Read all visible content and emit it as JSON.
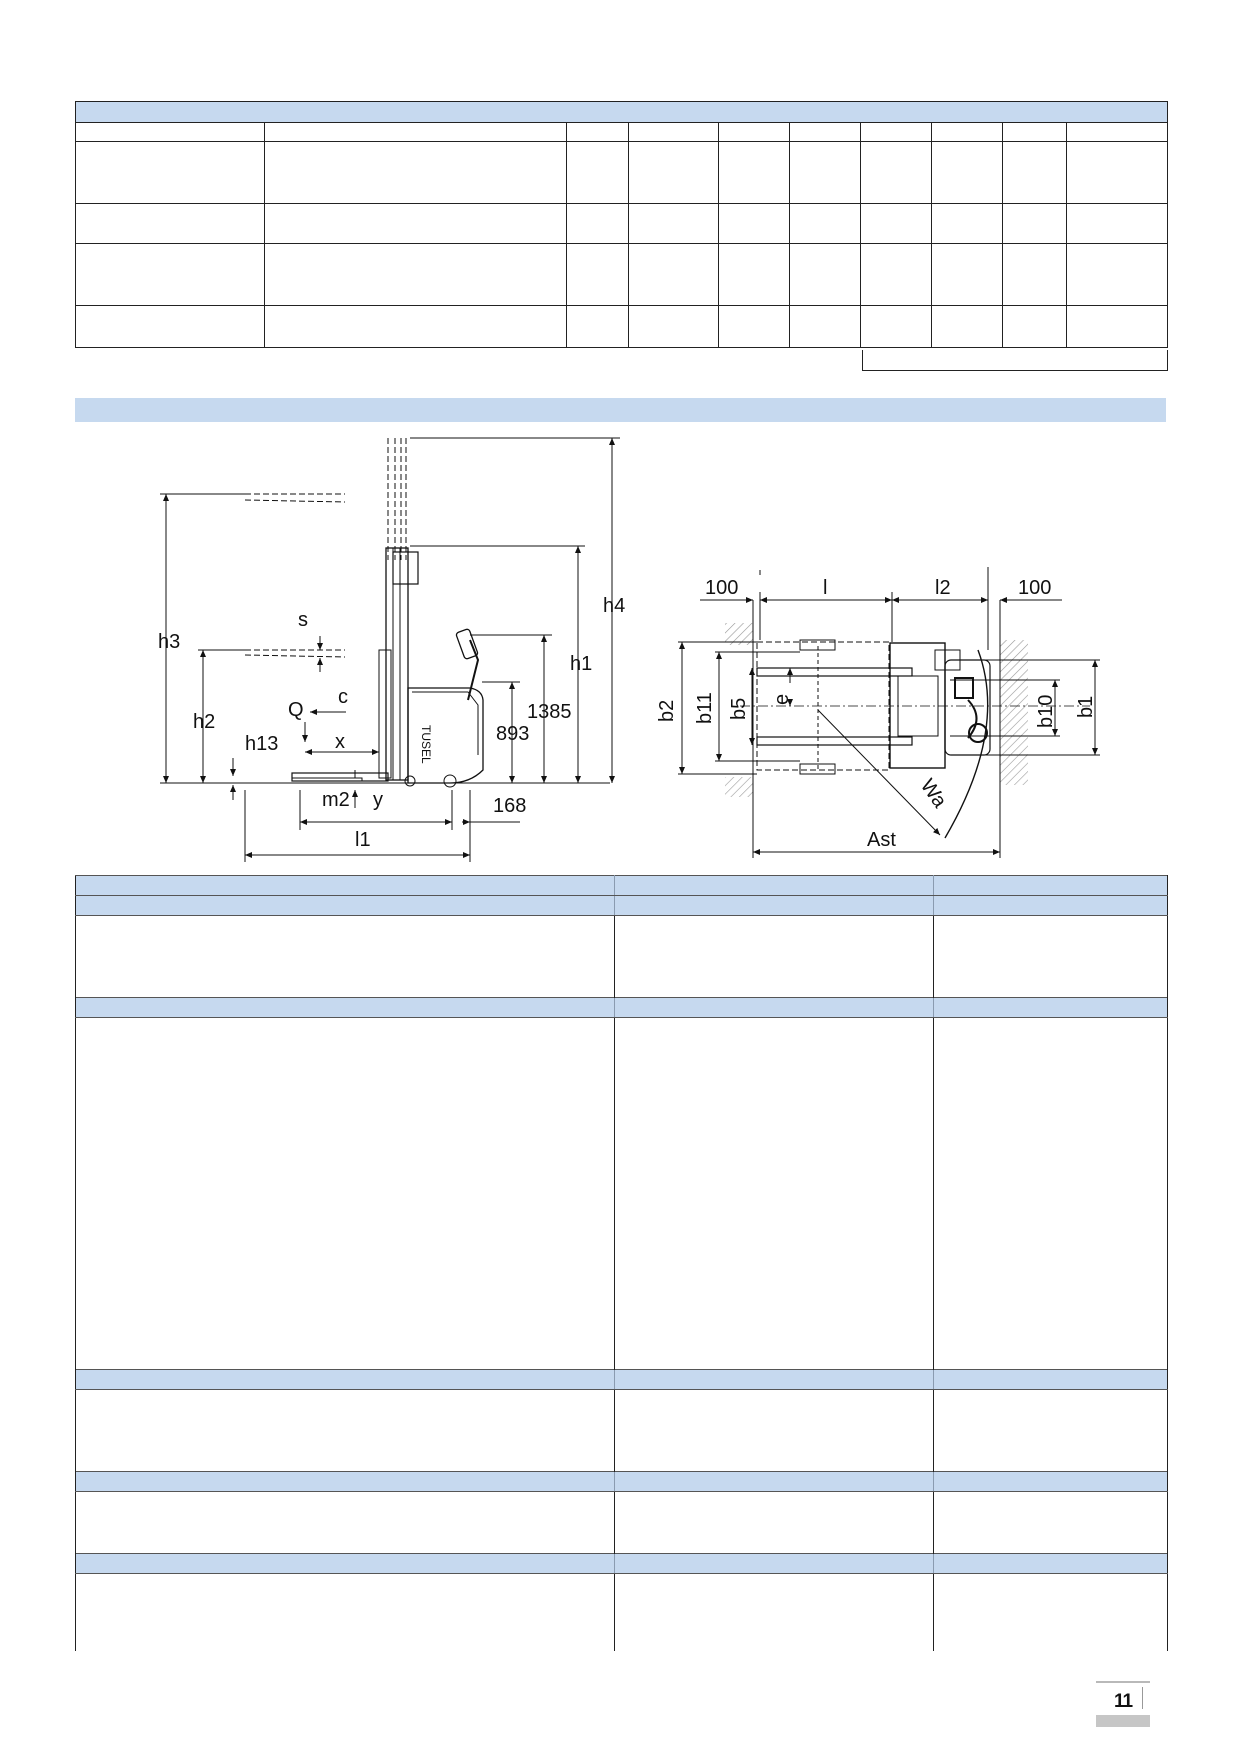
{
  "side_view": {
    "labels": {
      "h3": "h3",
      "h2": "h2",
      "h13": "h13",
      "s": "s",
      "Q": "Q",
      "c": "c",
      "x": "x",
      "m2": "m2",
      "y": "y",
      "l1": "l1",
      "h1": "h1",
      "h4": "h4",
      "dim_1385": "1385",
      "dim_893": "893",
      "dim_168": "168"
    }
  },
  "top_view": {
    "labels": {
      "dim_100_left": "100",
      "l": "l",
      "l2": "l2",
      "dim_100_right": "100",
      "b2": "b2",
      "b11": "b11",
      "b5": "b5",
      "e": "e",
      "b10": "b10",
      "b1": "b1",
      "Wa": "Wa",
      "Ast": "Ast"
    }
  },
  "page_number": "11"
}
